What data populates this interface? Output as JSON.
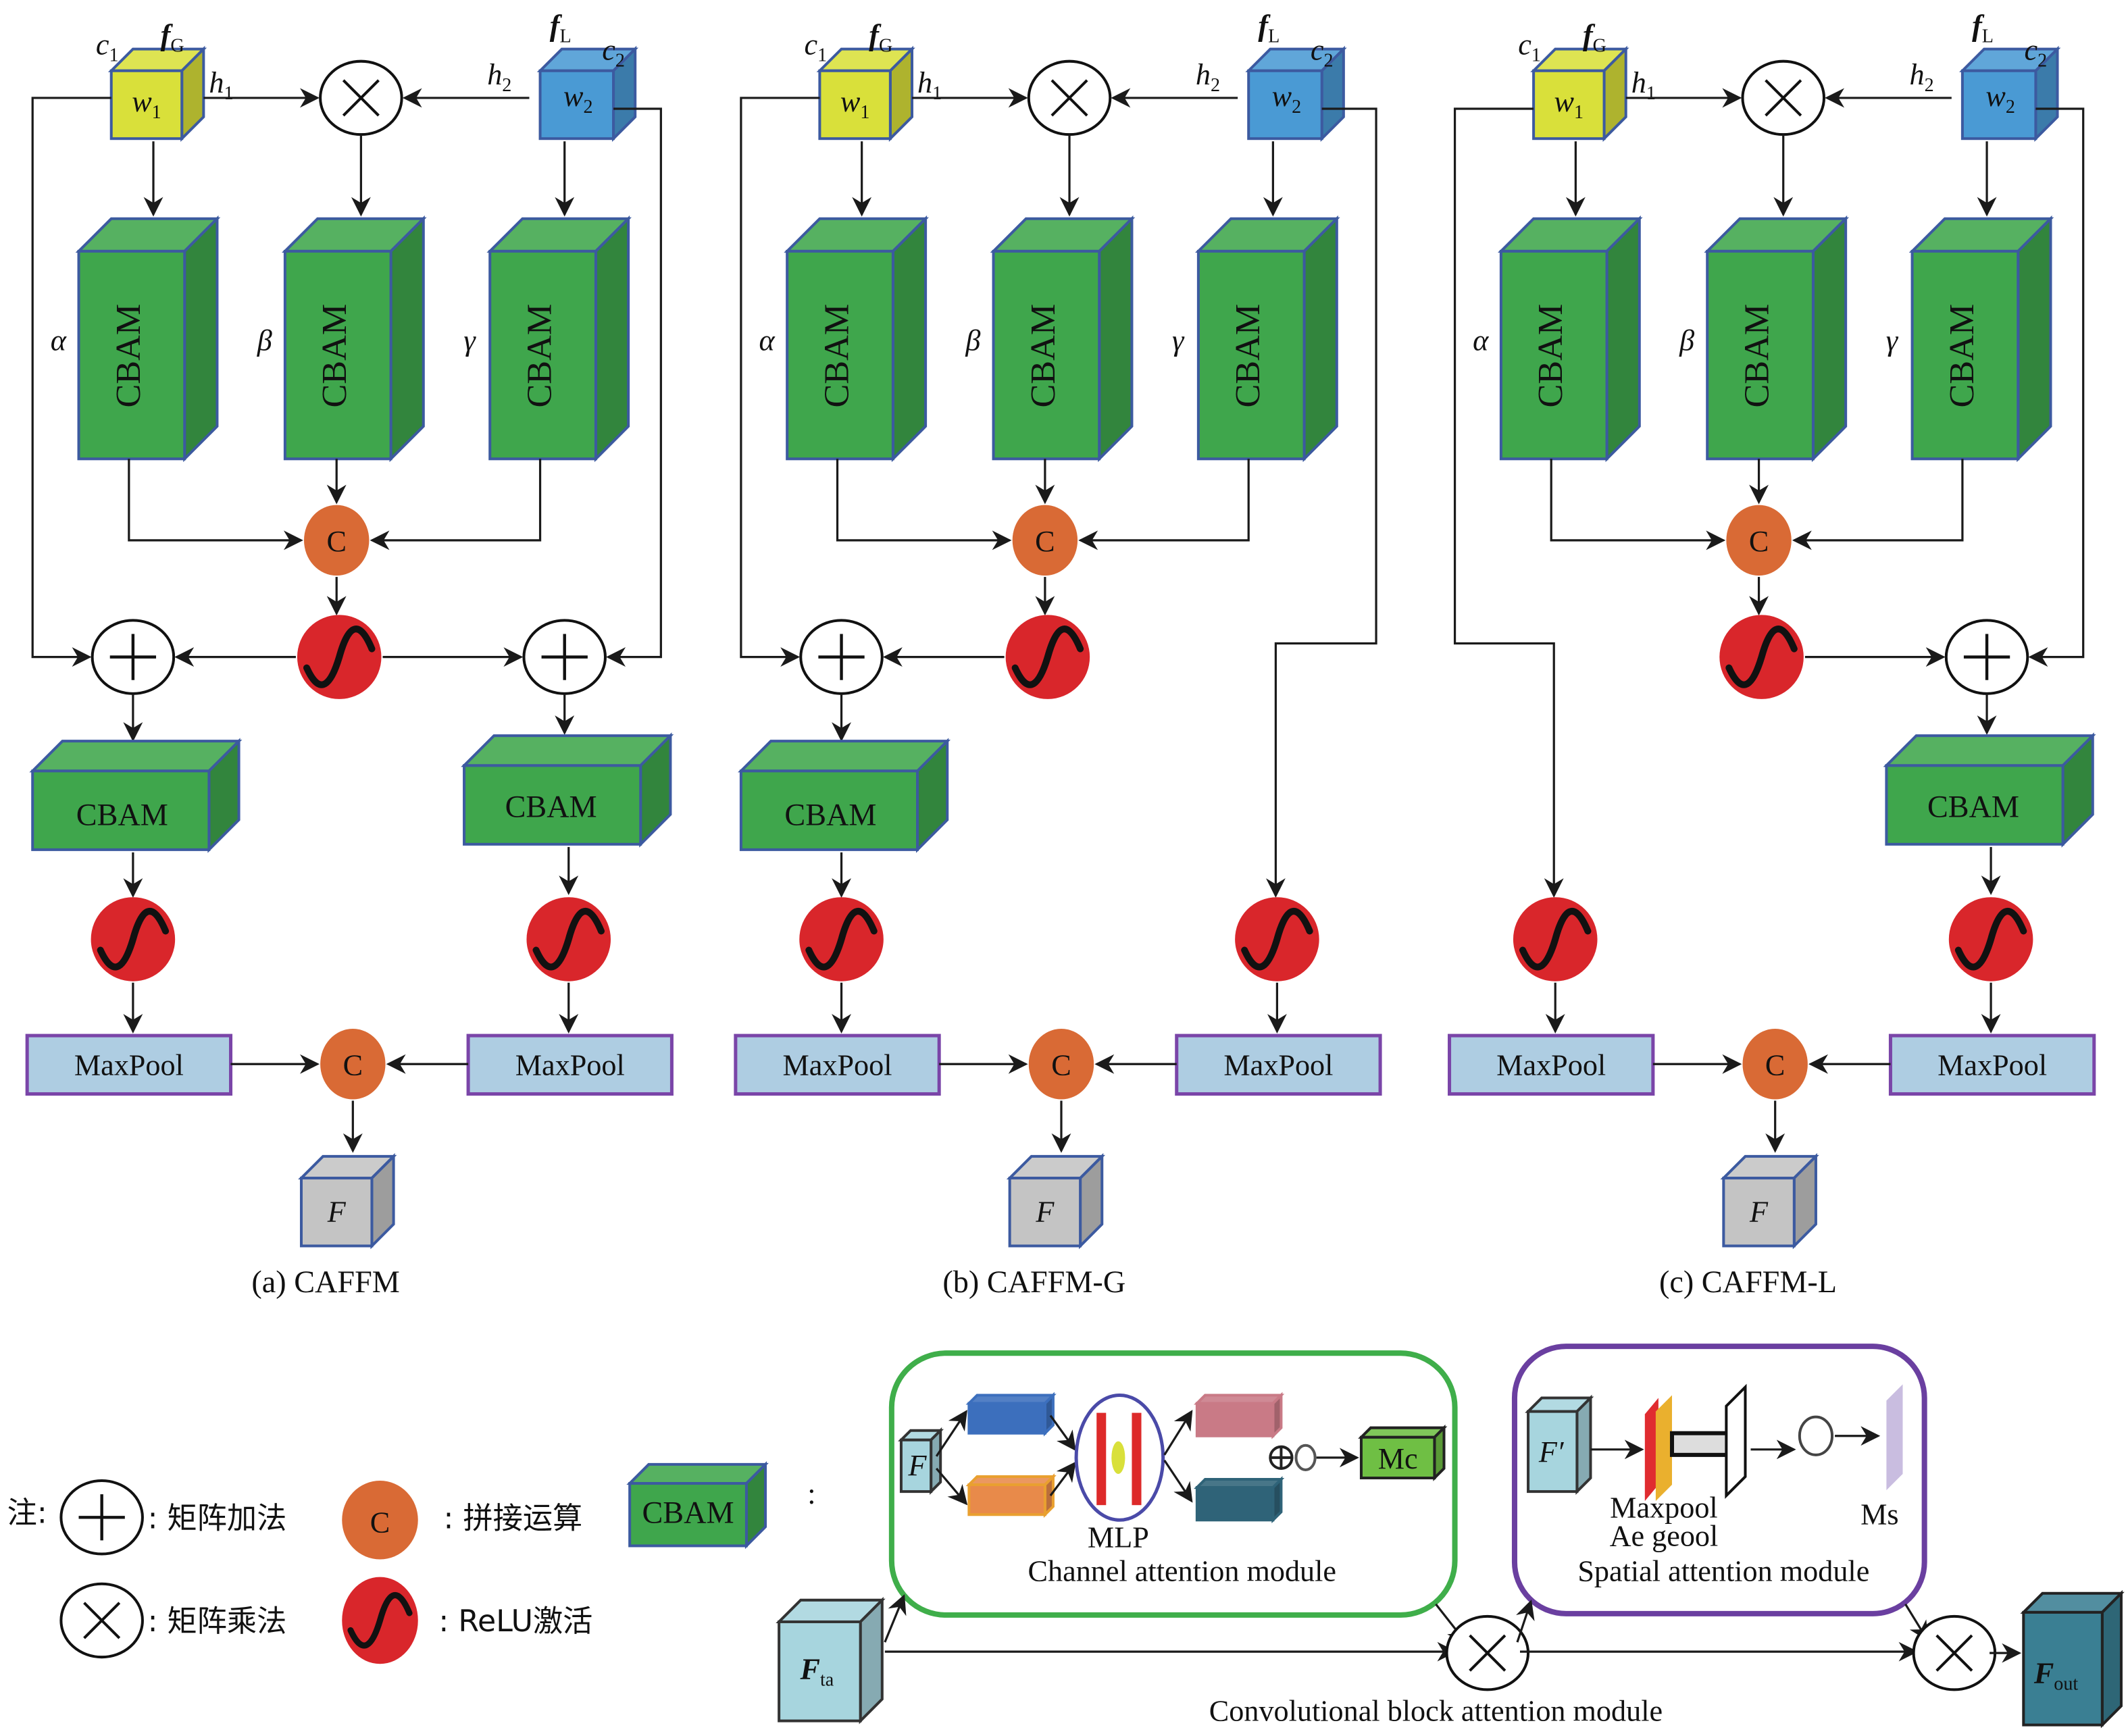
{
  "figure": {
    "panels": [
      {
        "id": "a",
        "caption": "(a) CAFFM",
        "variant": "full",
        "inputs": {
          "global": {
            "name": "f",
            "subscript": "G",
            "face": "w",
            "face_sub": "1",
            "c": "c",
            "c_sub": "1",
            "h": "h",
            "h_sub": "1"
          },
          "local": {
            "name": "f",
            "subscript": "L",
            "face": "w",
            "face_sub": "2",
            "c": "c",
            "c_sub": "2",
            "h": "h",
            "h_sub": "2"
          }
        },
        "weights": [
          "α",
          "β",
          "γ"
        ],
        "cbam_label": "CBAM",
        "concat_label": "C",
        "maxpool_label": "MaxPool",
        "output": {
          "name": "F"
        }
      },
      {
        "id": "b",
        "caption": "(b) CAFFM-G",
        "variant": "global",
        "inputs": {
          "global": {
            "name": "f",
            "subscript": "G",
            "face": "w",
            "face_sub": "1",
            "c": "c",
            "c_sub": "1",
            "h": "h",
            "h_sub": "1"
          },
          "local": {
            "name": "f",
            "subscript": "L",
            "face": "w",
            "face_sub": "2",
            "c": "c",
            "c_sub": "2",
            "h": "h",
            "h_sub": "2"
          }
        },
        "weights": [
          "α",
          "β",
          "γ"
        ],
        "cbam_label": "CBAM",
        "concat_label": "C",
        "maxpool_label": "MaxPool",
        "output": {
          "name": "F"
        }
      },
      {
        "id": "c",
        "caption": "(c) CAFFM-L",
        "variant": "local",
        "inputs": {
          "global": {
            "name": "f",
            "subscript": "G",
            "face": "w",
            "face_sub": "1",
            "c": "c",
            "c_sub": "1",
            "h": "h",
            "h_sub": "1"
          },
          "local": {
            "name": "f",
            "subscript": "L",
            "face": "w",
            "face_sub": "2",
            "c": "c",
            "c_sub": "2",
            "h": "h",
            "h_sub": "2"
          }
        },
        "weights": [
          "α",
          "β",
          "γ"
        ],
        "cbam_label": "CBAM",
        "concat_label": "C",
        "maxpool_label": "MaxPool",
        "output": {
          "name": "F"
        }
      }
    ],
    "legend": {
      "prefix": "注:",
      "items": [
        {
          "symbol": "plus-circle",
          "text": ": 矩阵加法"
        },
        {
          "symbol": "concat-circle",
          "glyph": "C",
          "text": ": 拼接运算"
        },
        {
          "symbol": "times-circle",
          "text": ": 矩阵乘法"
        },
        {
          "symbol": "relu-circle",
          "text": ": ReLU激活"
        }
      ],
      "cbam_key": {
        "label": "CBAM",
        "suffix": ":"
      }
    },
    "cbam_detail": {
      "input": {
        "name": "F",
        "subscript": "ta"
      },
      "output": {
        "name": "F",
        "subscript": "out"
      },
      "channel_module": {
        "title": "Channel attention module",
        "input_label": "F",
        "mlp_label": "MLP",
        "output_label": "Mc"
      },
      "spatial_module": {
        "title": "Spatial attention module",
        "input_label": "F′",
        "pool_labels": [
          "Maxpool",
          "Ae geool"
        ],
        "output_label": "Ms"
      },
      "caption": "Convolutional block attention module"
    },
    "colors": {
      "global_cube": "#d9e03a",
      "local_cube": "#4a9ad4",
      "cbam_green": "#3fa64c",
      "concat_orange": "#d96a35",
      "relu_red": "#d9262b",
      "maxpool_blue": "#aecde2",
      "maxpool_border": "#7a45a8",
      "output_gray": "#c4c4c4",
      "channel_border": "#3fae4a",
      "spatial_border": "#6a3fa0",
      "fta_cyan": "#a7d5de",
      "fout_teal": "#3a7f93"
    }
  }
}
